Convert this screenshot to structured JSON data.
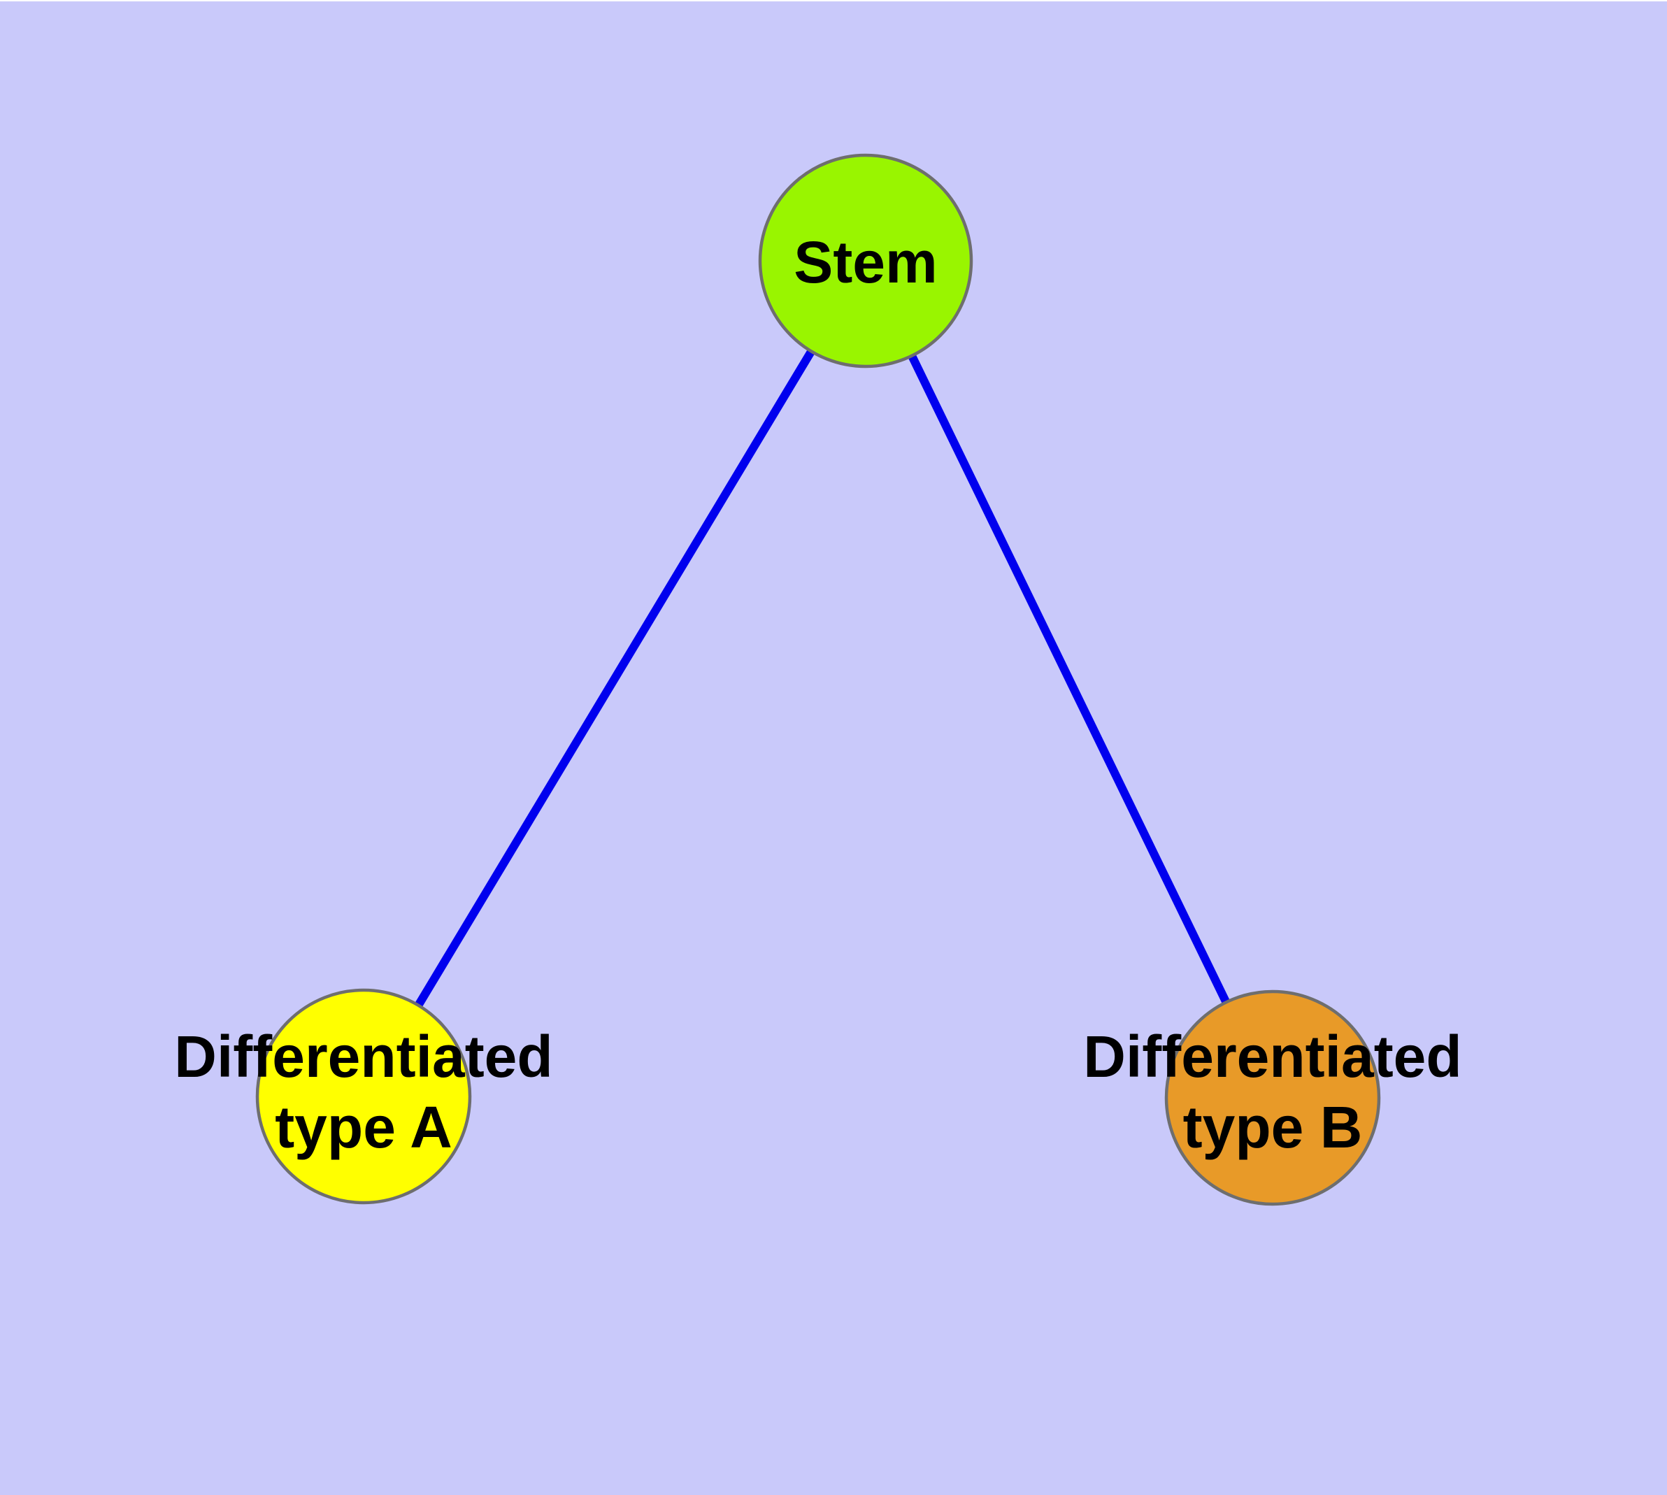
{
  "diagram": {
    "kind": "node-link-graph",
    "background_color": "#C9C9FA",
    "top_edge_strip_color": "#FDFDFD",
    "edge_color": "#0000EE",
    "edge_width": 12,
    "node_border_color": "#6E6E6E",
    "node_border_width": 4.5,
    "label_color": "#000000",
    "nodes": [
      {
        "id": "stem",
        "label": "Stem",
        "fill": "#99F500"
      },
      {
        "id": "differentiated-type-a",
        "label_line1": "Differentiated",
        "label_line2": "type A",
        "fill": "#FFFF00"
      },
      {
        "id": "differentiated-type-b",
        "label_line1": "Differentiated",
        "label_line2": "type B",
        "fill": "#E89A28"
      }
    ],
    "edges": [
      {
        "from": "stem",
        "to": "differentiated-type-a"
      },
      {
        "from": "stem",
        "to": "differentiated-type-b"
      }
    ]
  }
}
